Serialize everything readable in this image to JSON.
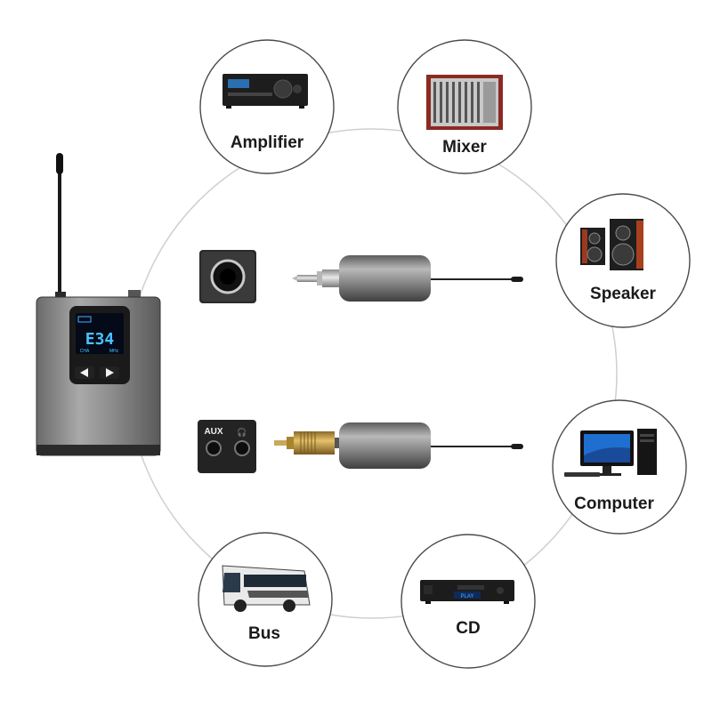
{
  "devices": [
    {
      "id": "amplifier",
      "label": "Amplifier",
      "icon": "amplifier-icon"
    },
    {
      "id": "mixer",
      "label": "Mixer",
      "icon": "mixer-icon"
    },
    {
      "id": "speaker",
      "label": "Speaker",
      "icon": "speaker-icon"
    },
    {
      "id": "computer",
      "label": "Computer",
      "icon": "computer-icon"
    },
    {
      "id": "cd",
      "label": "CD",
      "icon": "cd-player-icon"
    },
    {
      "id": "bus",
      "label": "Bus",
      "icon": "bus-icon"
    }
  ],
  "receiver": {
    "lcd_channel": "CHA",
    "lcd_unit": "MHz",
    "lcd_number": "E34"
  },
  "ports": {
    "aux_label": "AUX",
    "headphone_symbol": "🎧"
  },
  "cd_display": "PLAY"
}
